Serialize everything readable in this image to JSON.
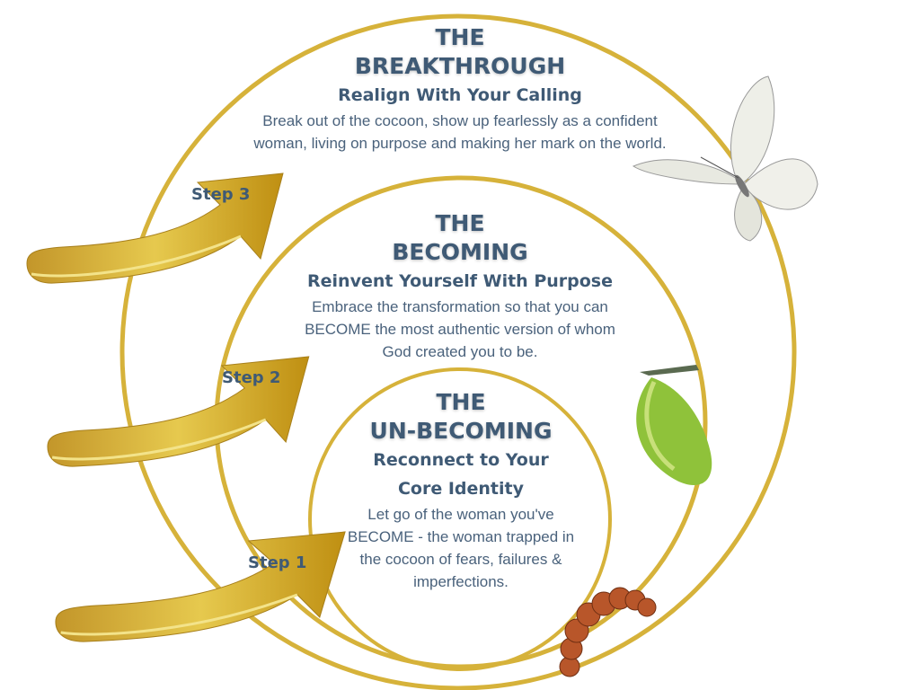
{
  "colors": {
    "gold": "#d4ac2f",
    "gold_dark": "#b88a1c",
    "text": "#3f5a75"
  },
  "stages": [
    {
      "title_1": "THE",
      "title_2": "BREAKTHROUGH",
      "subtitle": "Realign With Your Calling",
      "description": "Break out of the cocoon, show up fearlessly as a confident woman, living on purpose and making her mark on the world."
    },
    {
      "title_1": "THE",
      "title_2": "BECOMING",
      "subtitle": "Reinvent Yourself With Purpose",
      "description": "Embrace the transformation so that you can BECOME the most authentic version of whom God created you to be."
    },
    {
      "title_1": "THE",
      "title_2": "UN-BECOMING",
      "subtitle": "Reconnect to Your Core Identity",
      "description": "Let go of the woman you've BECOME - the woman trapped in the cocoon of fears, failures & imperfections."
    }
  ],
  "steps": [
    "Step 3",
    "Step 2",
    "Step 1"
  ]
}
